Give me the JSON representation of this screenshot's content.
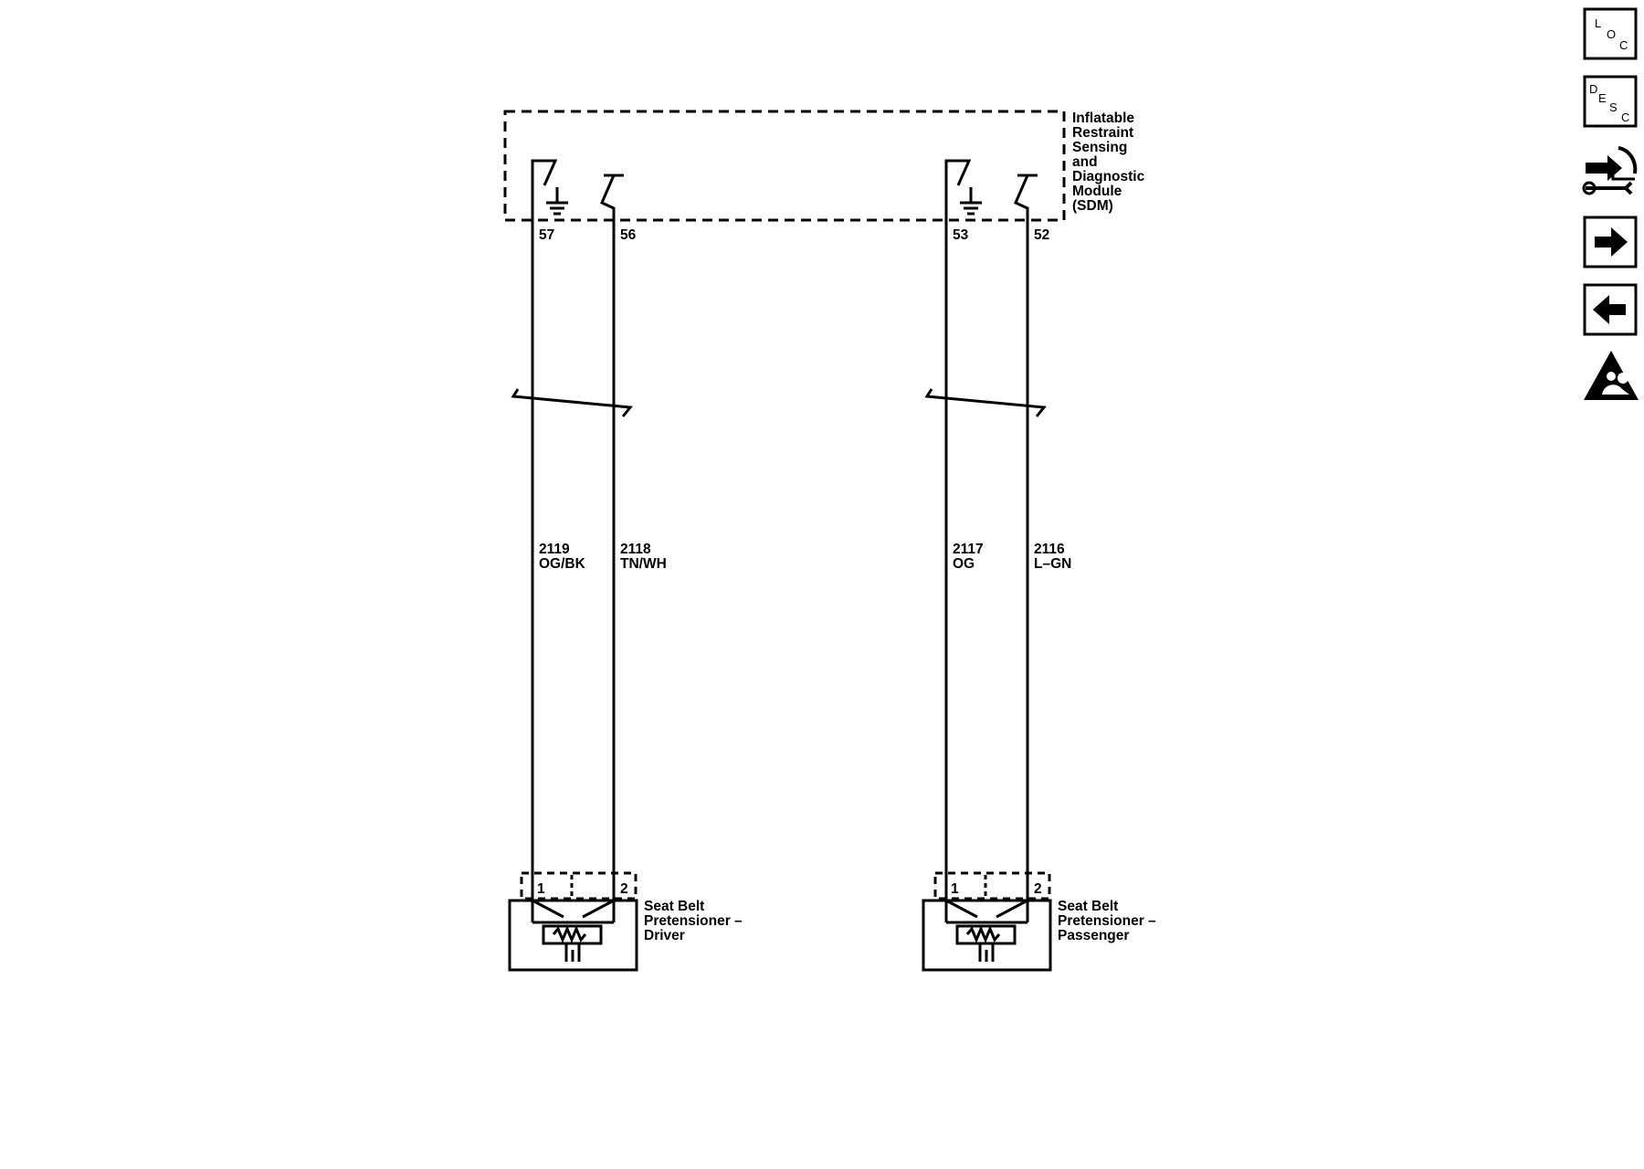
{
  "module": {
    "label_lines": [
      "Inflatable",
      "Restraint",
      "Sensing",
      "and",
      "Diagnostic",
      "Module",
      "(SDM)"
    ]
  },
  "terminals": {
    "t57": "57",
    "t56": "56",
    "t53": "53",
    "t52": "52"
  },
  "circuits": [
    {
      "number": "2119",
      "color": "OG/BK"
    },
    {
      "number": "2118",
      "color": "TN/WH"
    },
    {
      "number": "2117",
      "color": "OG"
    },
    {
      "number": "2116",
      "color": "L–GN"
    }
  ],
  "pretensioners": [
    {
      "pin1": "1",
      "pin2": "2",
      "label_lines": [
        "Seat Belt",
        "Pretensioner –",
        "Driver"
      ]
    },
    {
      "pin1": "1",
      "pin2": "2",
      "label_lines": [
        "Seat Belt",
        "Pretensioner –",
        "Passenger"
      ]
    }
  ],
  "nav_icons": {
    "loc": {
      "letters": [
        "L",
        "O",
        "C"
      ]
    },
    "desc": {
      "letters": [
        "D",
        "E",
        "S",
        "C"
      ]
    },
    "items": [
      "loc-icon",
      "desc-icon",
      "wrench-arrows-icon",
      "arrow-right-icon",
      "arrow-left-icon",
      "airbag-warning-icon"
    ]
  }
}
